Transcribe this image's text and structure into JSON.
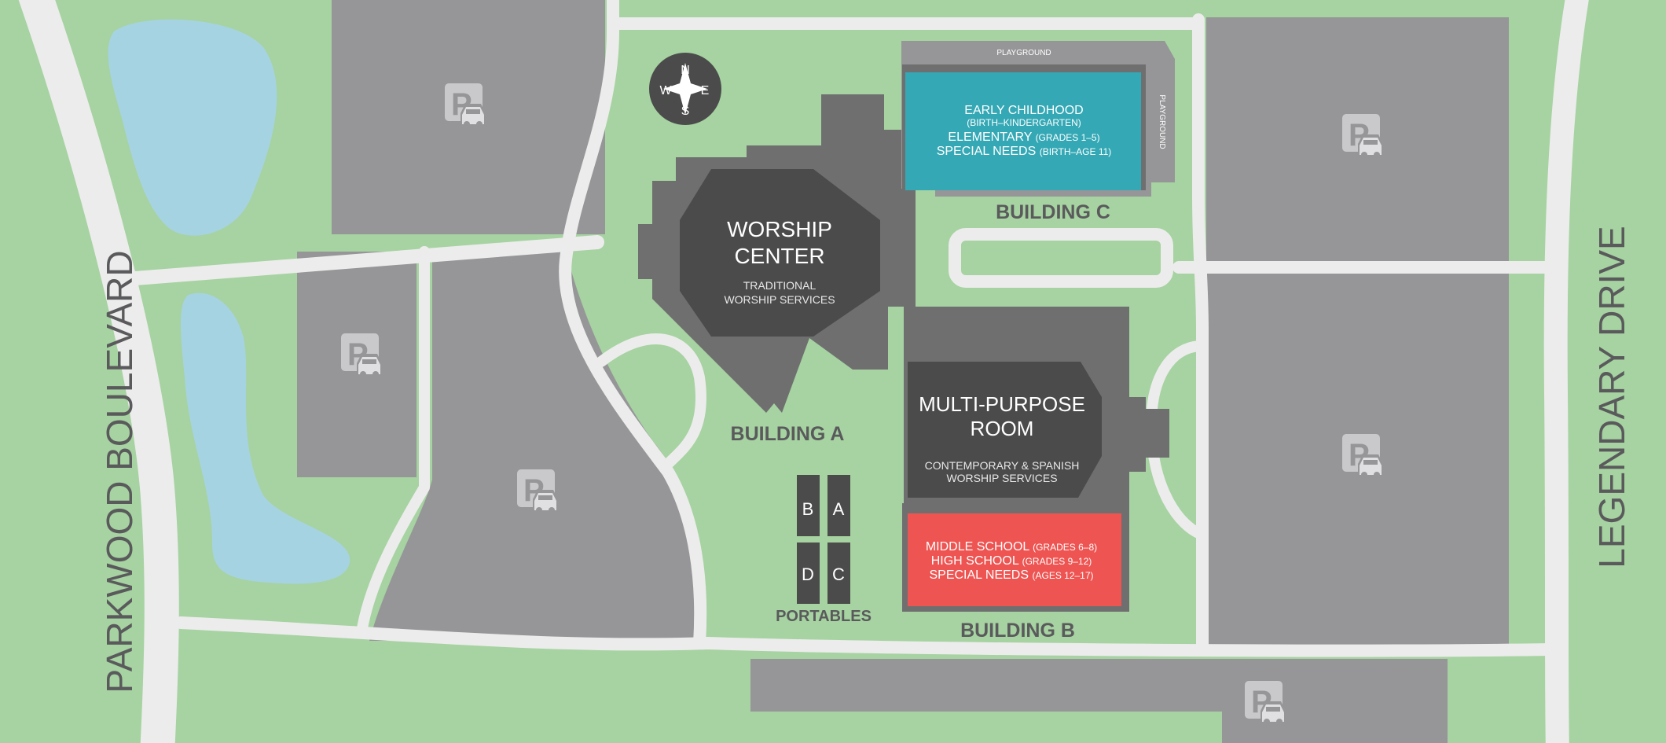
{
  "streets": {
    "west": "PARKWOOD BOULEVARD",
    "east": "LEGENDARY DRIVE"
  },
  "compass": {
    "north": "N",
    "south": "S",
    "east": "E",
    "west": "W"
  },
  "worship_center": {
    "title_line1": "WORSHIP",
    "title_line2": "CENTER",
    "sub_line1": "TRADITIONAL",
    "sub_line2": "WORSHIP SERVICES"
  },
  "building_a": {
    "label": "BUILDING A"
  },
  "building_b": {
    "label": "BUILDING B",
    "mpr_line1": "MULTI-PURPOSE",
    "mpr_line2": "ROOM",
    "mpr_sub1": "CONTEMPORARY & SPANISH",
    "mpr_sub2": "WORSHIP SERVICES",
    "red_line1_main": "MIDDLE SCHOOL",
    "red_line1_sub": "(GRADES 6–8)",
    "red_line2_main": "HIGH SCHOOL",
    "red_line2_sub": "(GRADES 9–12)",
    "red_line3_main": "SPECIAL NEEDS",
    "red_line3_sub": "(AGES 12–17)"
  },
  "building_c": {
    "label": "BUILDING C",
    "line1": "EARLY CHILDHOOD",
    "line2": "(BIRTH–KINDERGARTEN)",
    "line3_main": "ELEMENTARY",
    "line3_sub": "(GRADES 1–5)",
    "line4_main": "SPECIAL NEEDS",
    "line4_sub": "(BIRTH–AGE 11)"
  },
  "playgrounds": {
    "top": "PLAYGROUND",
    "side": "PLAYGROUND"
  },
  "portables": {
    "label": "PORTABLES",
    "units": [
      "B",
      "A",
      "D",
      "C"
    ]
  },
  "parking_symbol": "P",
  "colors": {
    "grass": "#a6d3a1",
    "road": "#ececec",
    "water": "#a6d3e2",
    "parking_lot": "#969698",
    "building": "#6f6f70",
    "dark_building": "#4b4b4c",
    "building_c_teal": "#34a8b5",
    "building_b_red": "#ee5451",
    "label_gray": "#5a5a5c"
  }
}
